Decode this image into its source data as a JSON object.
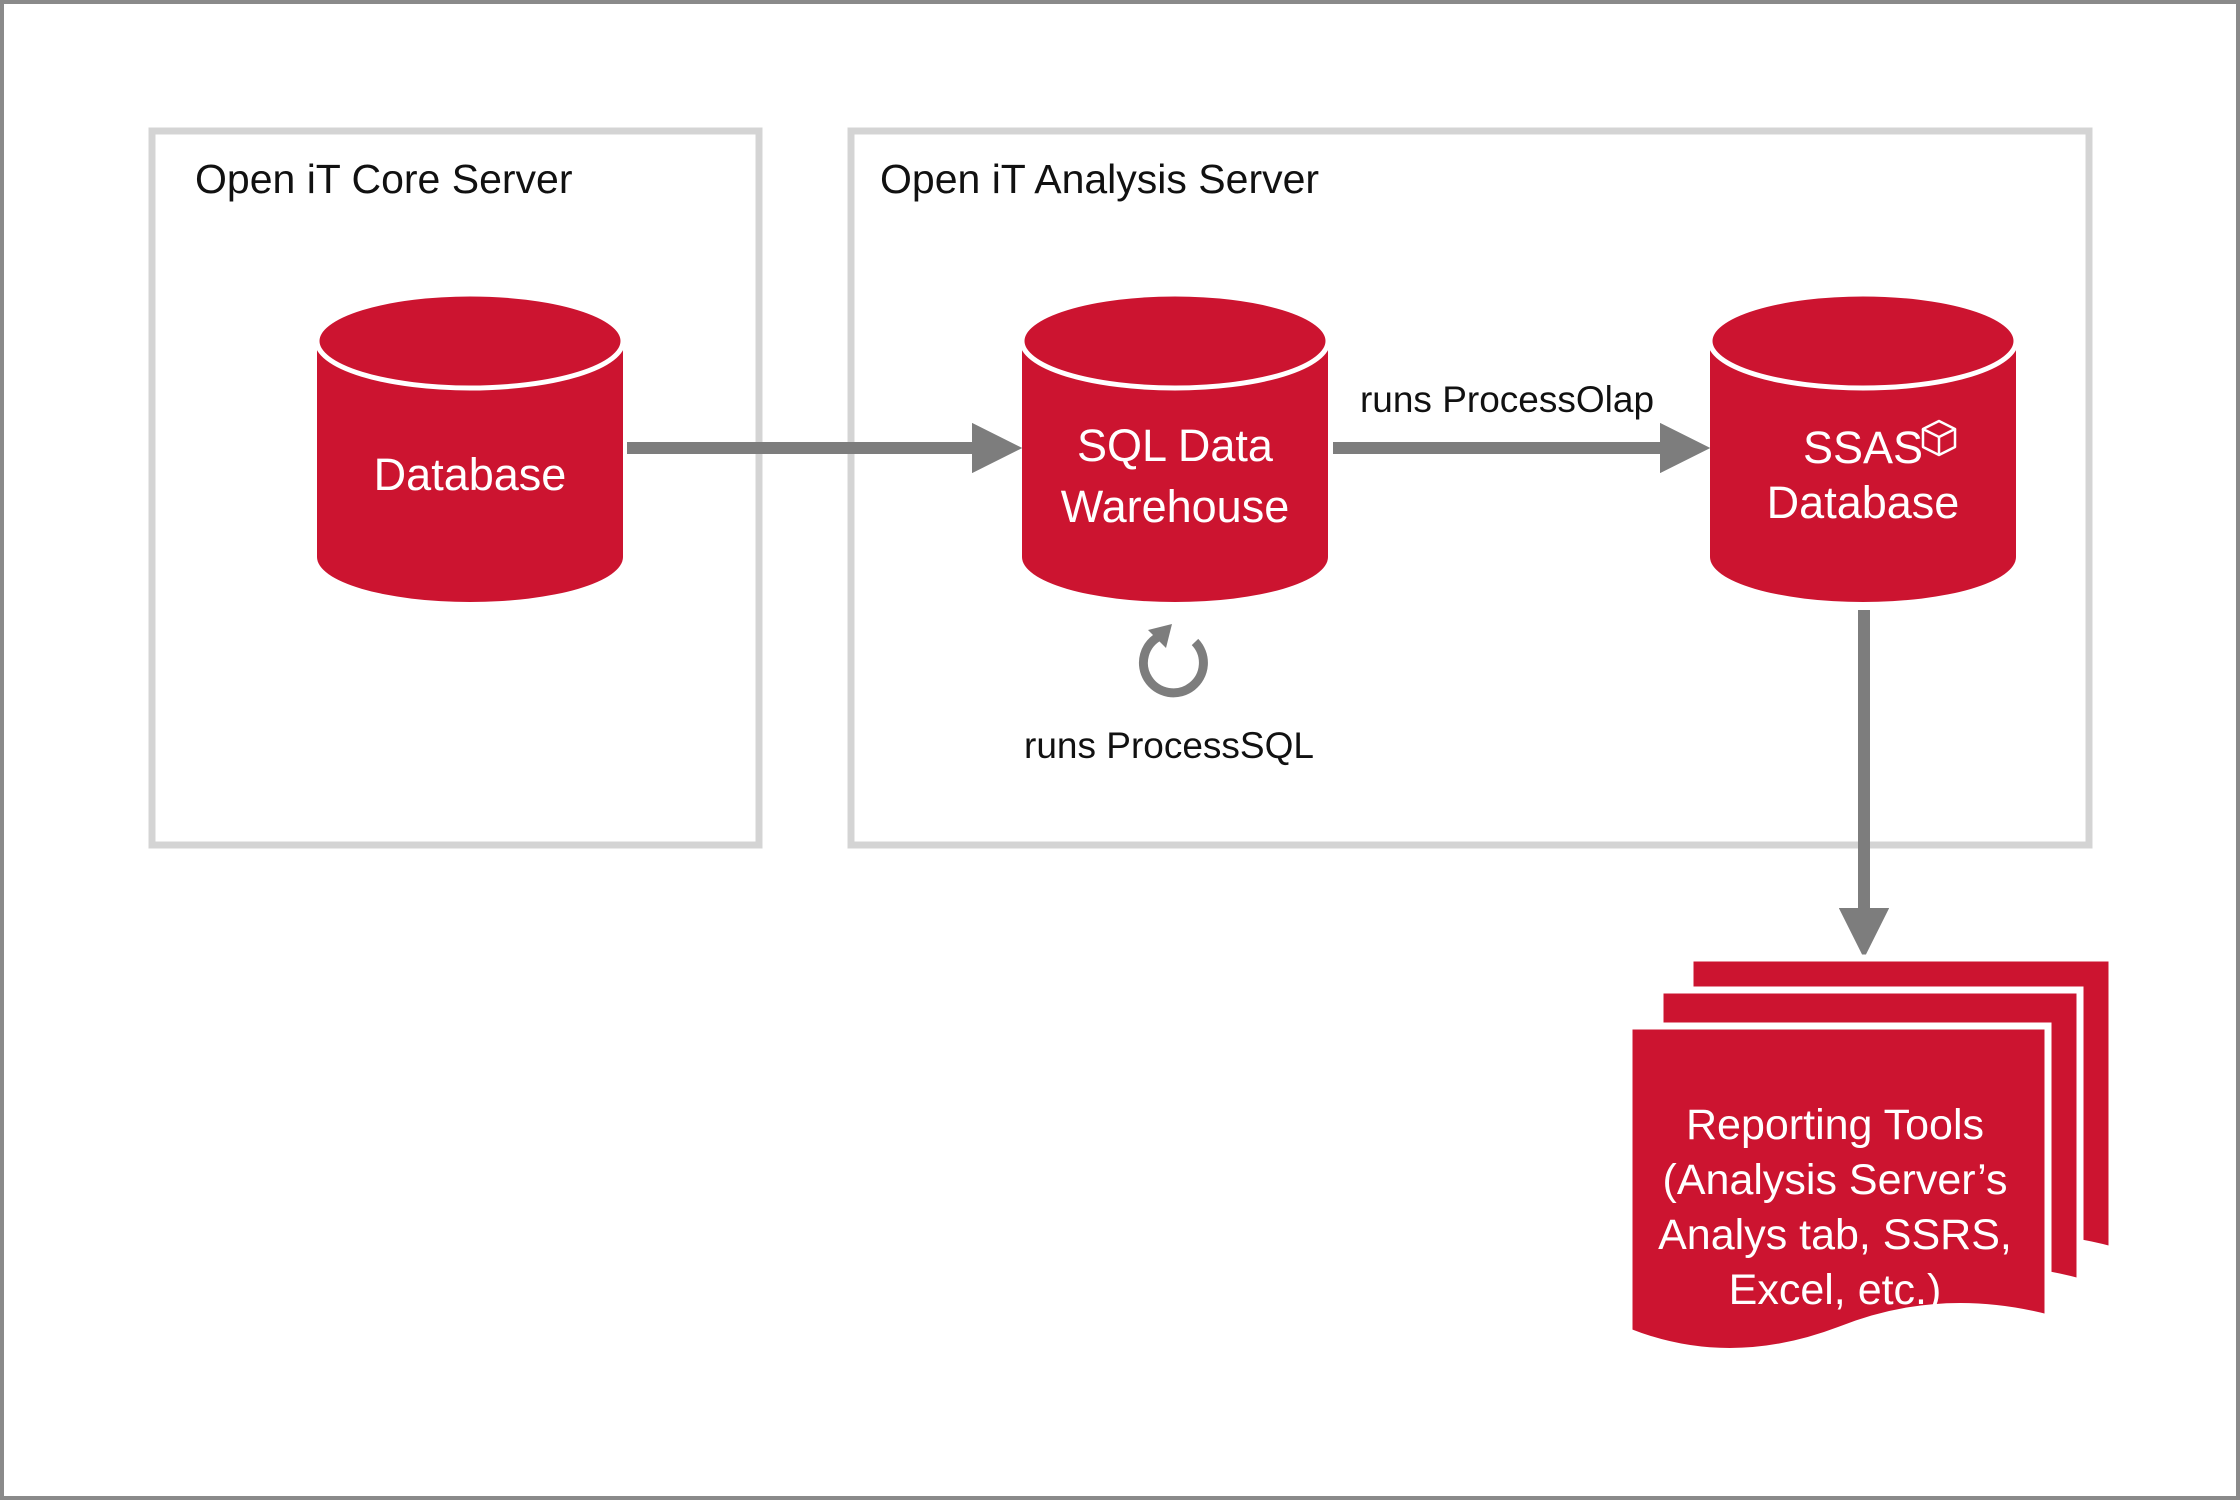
{
  "panels": {
    "core_server": {
      "title": "Open iT Core Server"
    },
    "analysis_server": {
      "title": "Open iT Analysis Server"
    }
  },
  "nodes": {
    "database": {
      "label": "Database"
    },
    "sql_data_warehouse": {
      "line1": "SQL Data",
      "line2": "Warehouse"
    },
    "ssas_database": {
      "line1": "SSAS",
      "line2": "Database",
      "icon": "cube-icon"
    },
    "reporting_tools": {
      "line1": "Reporting Tools",
      "line2": "(Analysis Server’s",
      "line3": "Analys tab, SSRS,",
      "line4": "Excel, etc.)"
    }
  },
  "edges": {
    "process_olap": {
      "label": "runs ProcessOlap"
    },
    "process_sql": {
      "label": "runs ProcessSQL",
      "icon": "refresh-icon"
    }
  },
  "colors": {
    "accent": "#cc1430",
    "arrow": "#7d7d7d",
    "panel_border": "#d4d4d4",
    "frame_border": "#8a8a8a"
  }
}
